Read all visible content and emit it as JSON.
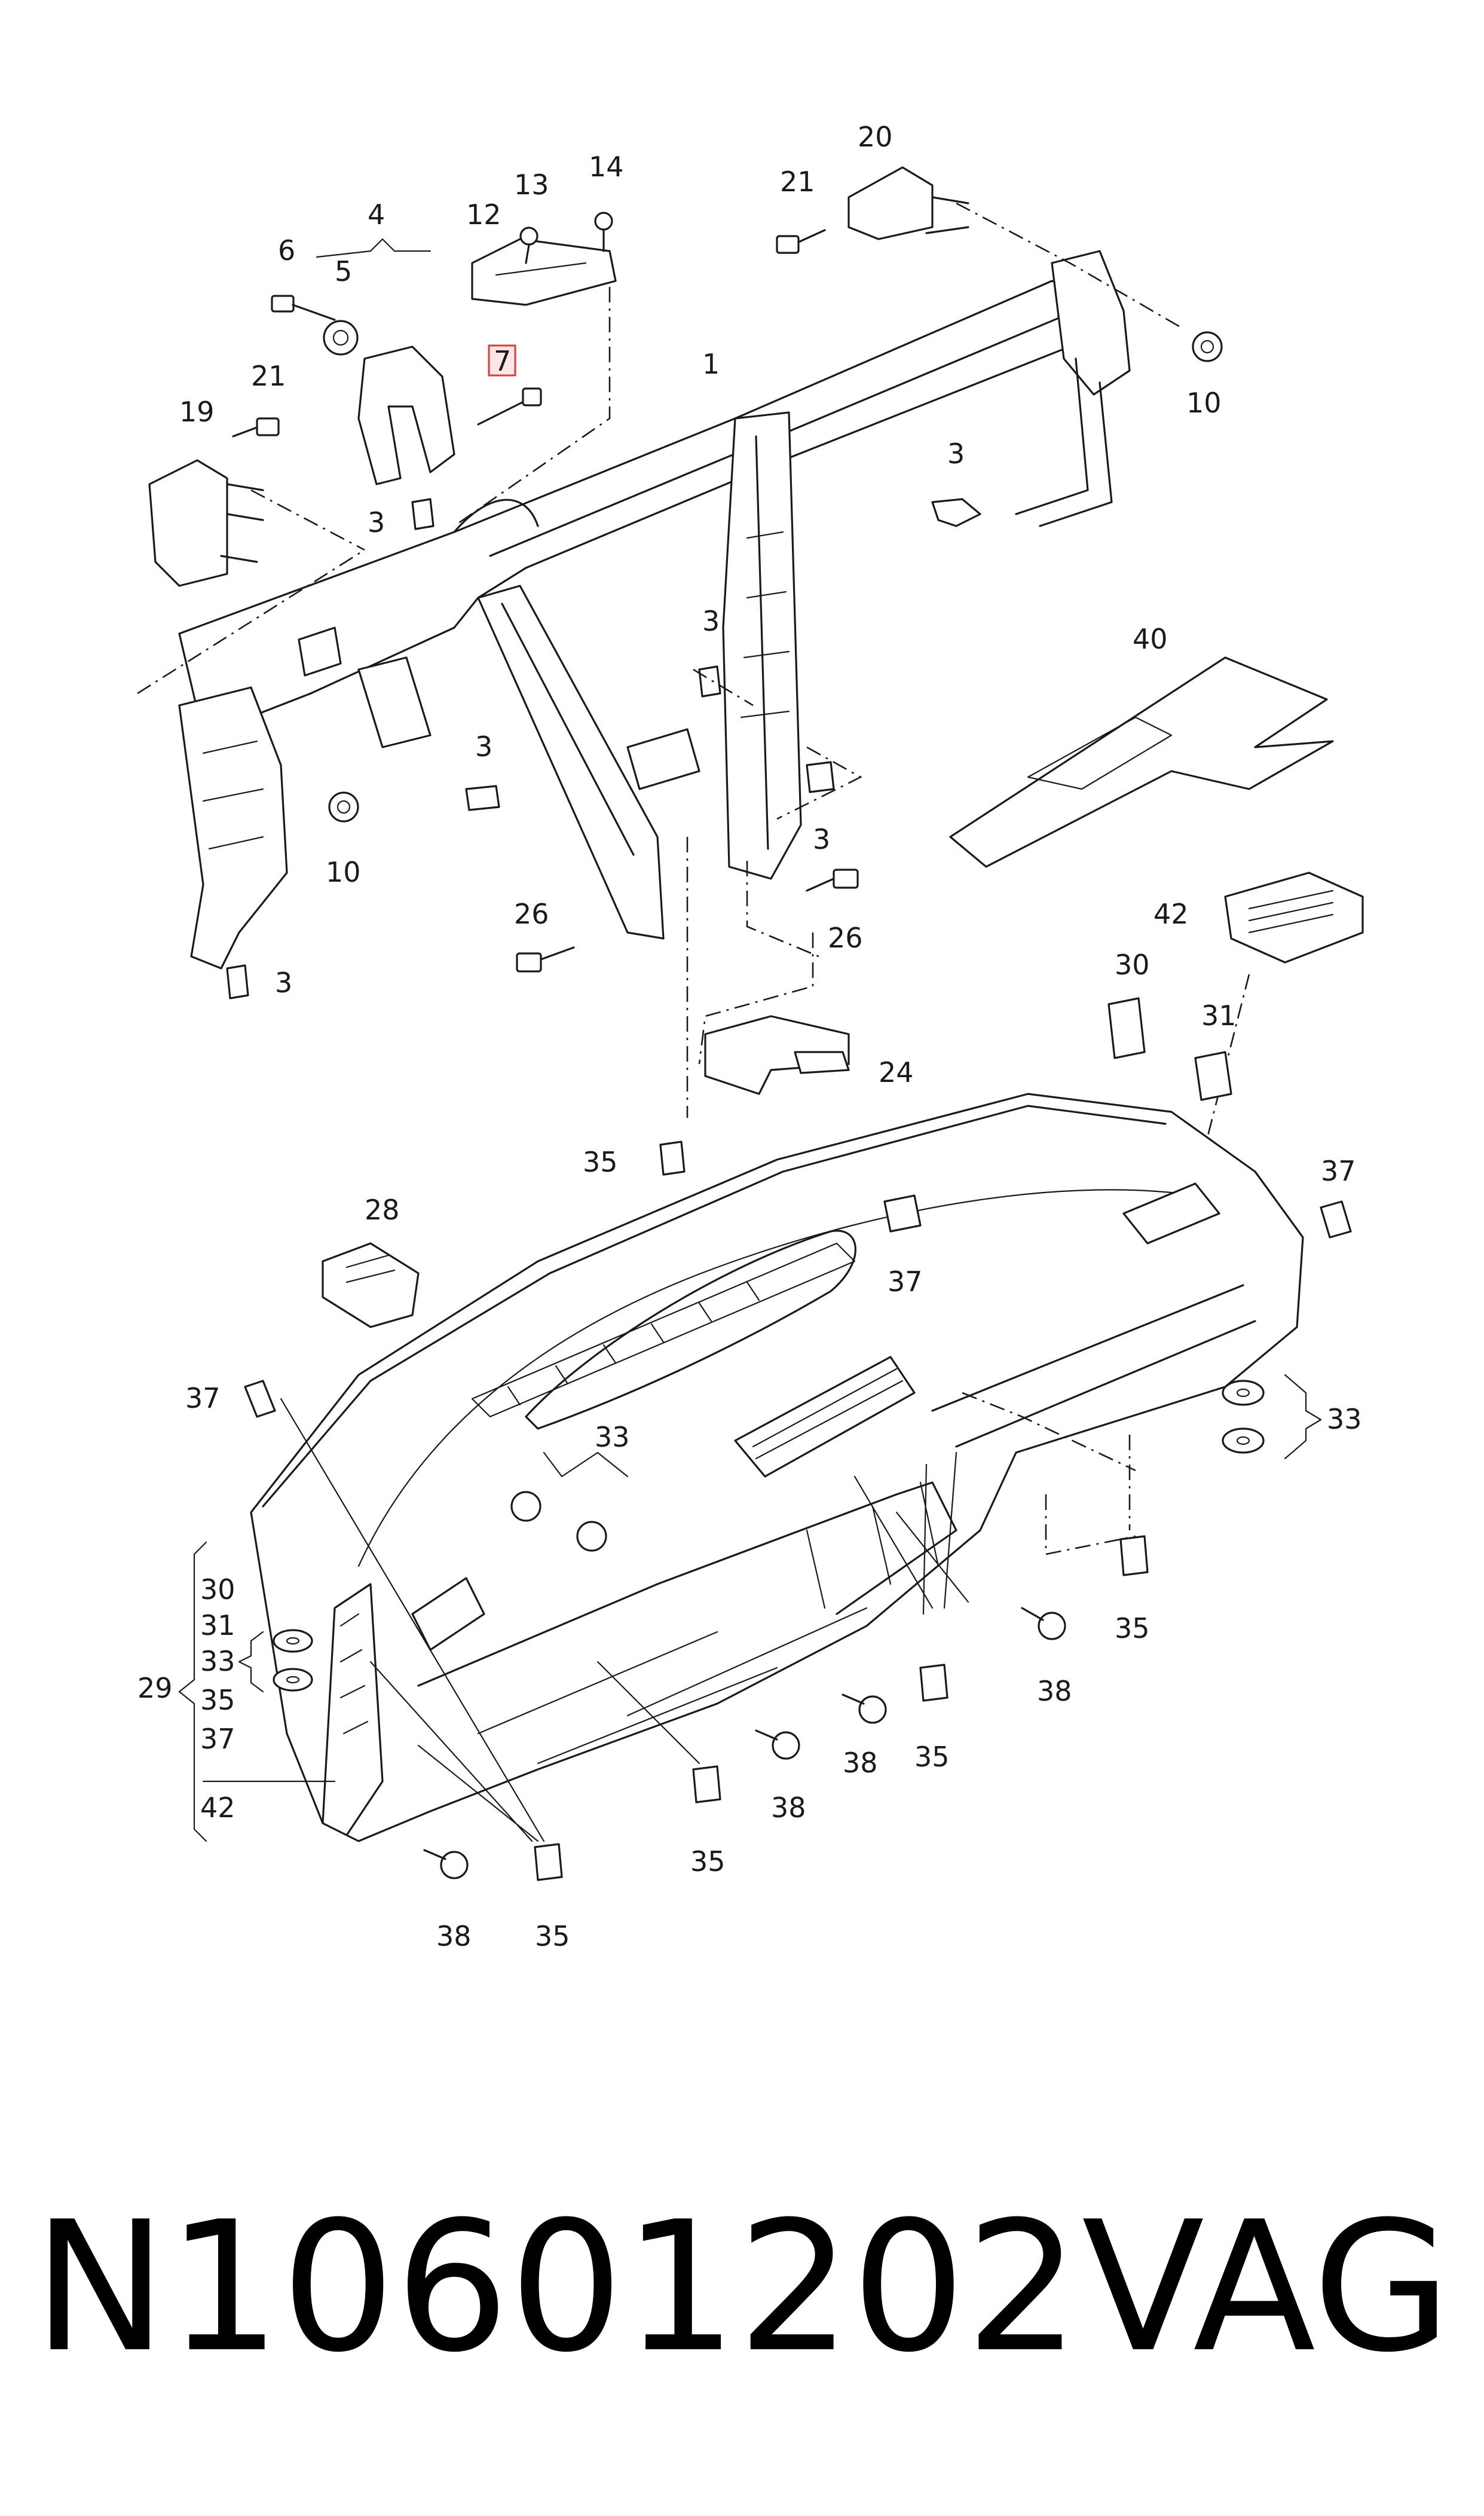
{
  "diagram": {
    "highlighted_part": "7",
    "labels": {
      "p1": "1",
      "p3": "3",
      "p4": "4",
      "p5": "5",
      "p6": "6",
      "p7": "7",
      "p10": "10",
      "p12": "12",
      "p13": "13",
      "p14": "14",
      "p19": "19",
      "p20": "20",
      "p21": "21",
      "p24": "24",
      "p26": "26",
      "p28": "28",
      "p29": "29",
      "p30": "30",
      "p31": "31",
      "p33": "33",
      "p35": "35",
      "p37": "37",
      "p38": "38",
      "p40": "40",
      "p42": "42"
    },
    "group29_items": [
      "30",
      "31",
      "33",
      "35",
      "37",
      "42"
    ]
  },
  "footer": {
    "part_number": "N10601202",
    "brand": "VAG"
  },
  "colors": {
    "line": "#1a1a1a",
    "highlight_fill": "#fde6e6",
    "highlight_stroke": "#e23b3b"
  }
}
